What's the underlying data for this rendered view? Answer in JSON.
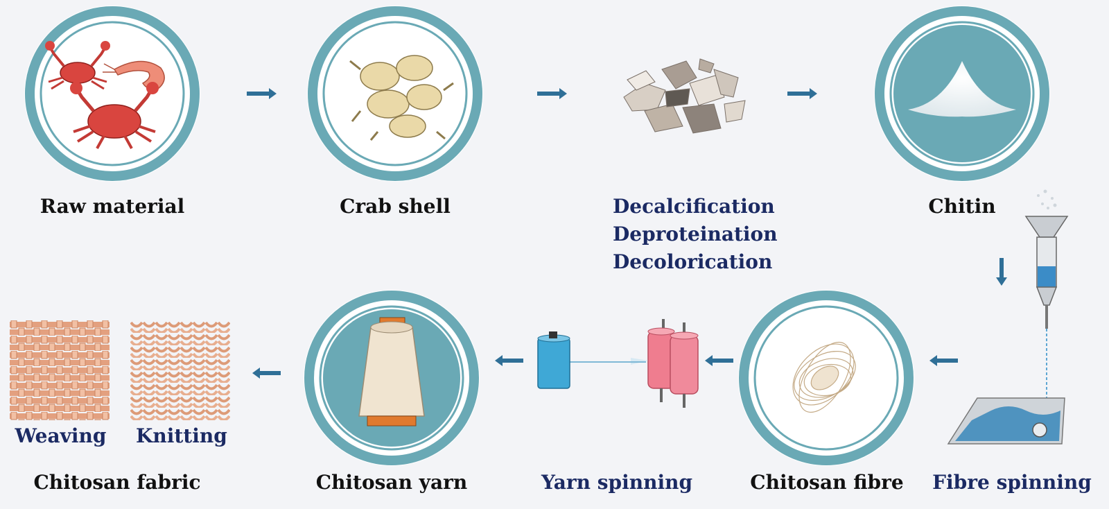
{
  "colors": {
    "ring": "#6aa9b5",
    "arrow": "#2f6f97",
    "navy_text": "#1b2a63",
    "dark_text": "#111111",
    "background": "#f3f4f7"
  },
  "top_row": {
    "raw_material": "Raw material",
    "crab_shell": "Crab shell",
    "treatments": [
      "Decalcification",
      "Deproteination",
      "Decolorication"
    ],
    "chitin": "Chitin"
  },
  "bottom_row": {
    "fibre_spinning": "Fibre spinning",
    "chitosan_fibre": "Chitosan fibre",
    "yarn_spinning": "Yarn spinning",
    "chitosan_yarn": "Chitosan yarn",
    "weaving": "Weaving",
    "knitting": "Knitting",
    "chitosan_fabric": "Chitosan fabric"
  },
  "icons": [
    "crab-icon",
    "shrimp-icon",
    "crab-shell-icon",
    "shell-fragments-icon",
    "chitin-powder-icon",
    "syringe-spinneret-icon",
    "coagulation-bath-icon",
    "fibre-bundle-icon",
    "rollers-icon",
    "bobbin-icon",
    "yarn-cone-icon",
    "woven-fabric-icon",
    "knitted-fabric-icon",
    "arrow-icon"
  ]
}
